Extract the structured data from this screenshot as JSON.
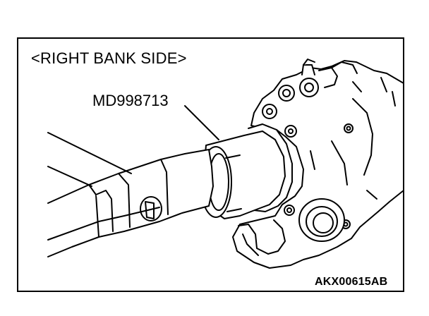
{
  "diagram": {
    "title": "<RIGHT BANK SIDE>",
    "tool_label": "MD998713",
    "figure_code": "AKX00615AB"
  },
  "icons": [
    "engine-housing-illustration",
    "special-tool-illustration",
    "camshaft-illustration"
  ]
}
